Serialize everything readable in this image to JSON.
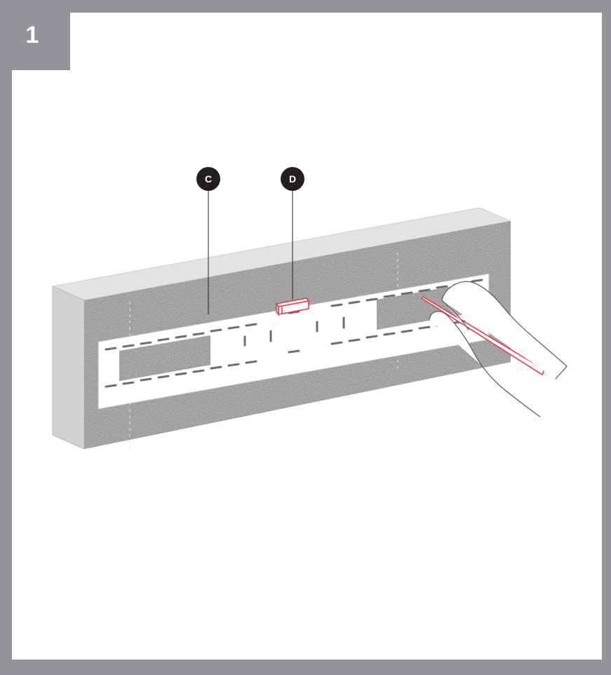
{
  "step": {
    "number": "1"
  },
  "callouts": [
    {
      "letter": "C"
    },
    {
      "letter": "D"
    }
  ],
  "colors": {
    "frame": "#939598",
    "wall_texture": "#8c8c8c",
    "wall_top": "#e3e3e4",
    "wall_side": "#d0d0d2",
    "highlight": "#e8394a",
    "callout": "#231f20"
  }
}
